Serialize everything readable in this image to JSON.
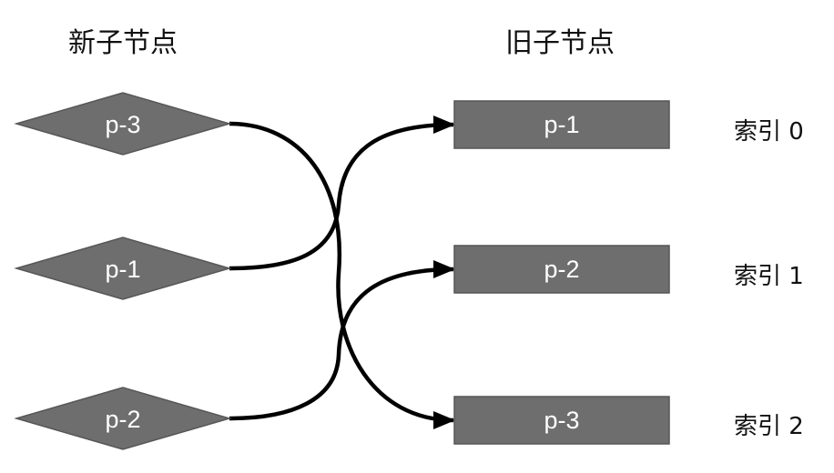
{
  "titles": {
    "new_children": "新子节点",
    "old_children": "旧子节点"
  },
  "new_nodes": [
    {
      "label": "p-3"
    },
    {
      "label": "p-1"
    },
    {
      "label": "p-2"
    }
  ],
  "old_nodes": [
    {
      "label": "p-1"
    },
    {
      "label": "p-2"
    },
    {
      "label": "p-3"
    }
  ],
  "index_labels": [
    "索引 0",
    "索引 1",
    "索引 2"
  ],
  "links": [
    {
      "from_new": 0,
      "to_old": 2
    },
    {
      "from_new": 1,
      "to_old": 0
    },
    {
      "from_new": 2,
      "to_old": 1
    }
  ],
  "colors": {
    "node_fill": "#6e6e6e",
    "node_stroke": "#575757",
    "arrow": "#000000"
  }
}
